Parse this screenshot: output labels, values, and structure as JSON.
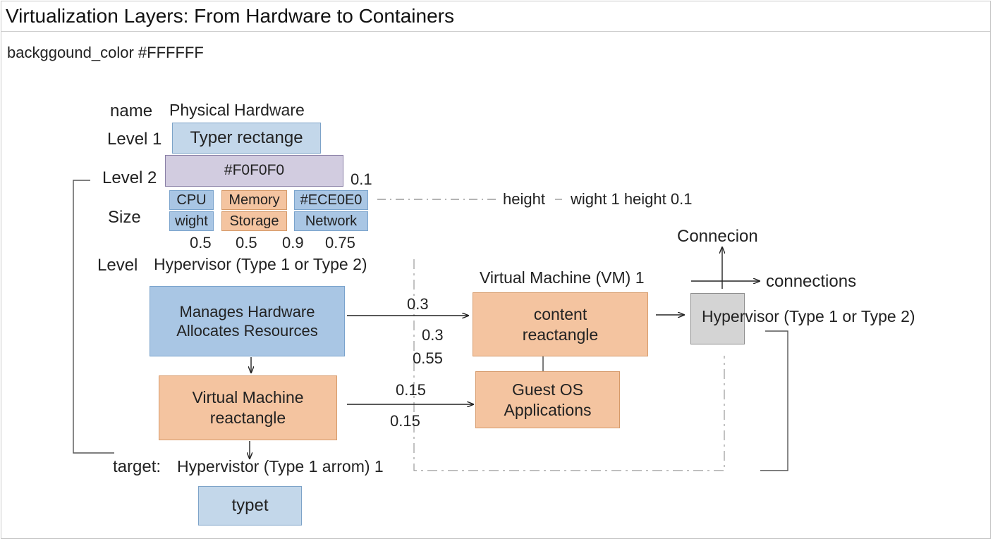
{
  "title": "Virtualization Layers: From Hardware to Containers",
  "meta_line": "backggound_color #FFFFFF",
  "labels": {
    "name": "name",
    "name_value": "Physical Hardware",
    "level1": "Level 1",
    "level2": "Level 2",
    "size": "Size",
    "level": "Level",
    "level_value": "Hypervisor (Type 1 or Type 2)",
    "target": "target:",
    "target_value": "Hypervistor (Type 1 arrom) 1",
    "vm_title": "Virtual Machine (VM) 1",
    "connecion": "Connecion",
    "connections": "connections",
    "height": "height",
    "wight_height": "wight 1 height  0.1",
    "val_01": "0.1"
  },
  "boxes": {
    "typer": "Typer   rectange",
    "level2_box": "#F0F0F0",
    "cpu": "CPU",
    "memory": "Memory",
    "ece": "#ECE0E0",
    "wight": "wight",
    "storage": "Storage",
    "network": "Network",
    "manages_line1": "Manages Hardware",
    "manages_line2": "Allocates Resources",
    "vm_line1": "Virtual Machine",
    "vm_line2": "reactangle",
    "content_line1": "content",
    "content_line2": "reactangle",
    "guest_line1": "Guest OS",
    "guest_line2": "Applications",
    "hypervisor_right": "Hypervisor (Type 1 or Type 2)",
    "typet": "typet"
  },
  "size_values": [
    "0.5",
    "0.5",
    "0.9",
    "0.75"
  ],
  "edge_values": {
    "a": "0.3",
    "b": "0.3",
    "c": "0.55",
    "d": "0.15",
    "e": "0.15"
  }
}
